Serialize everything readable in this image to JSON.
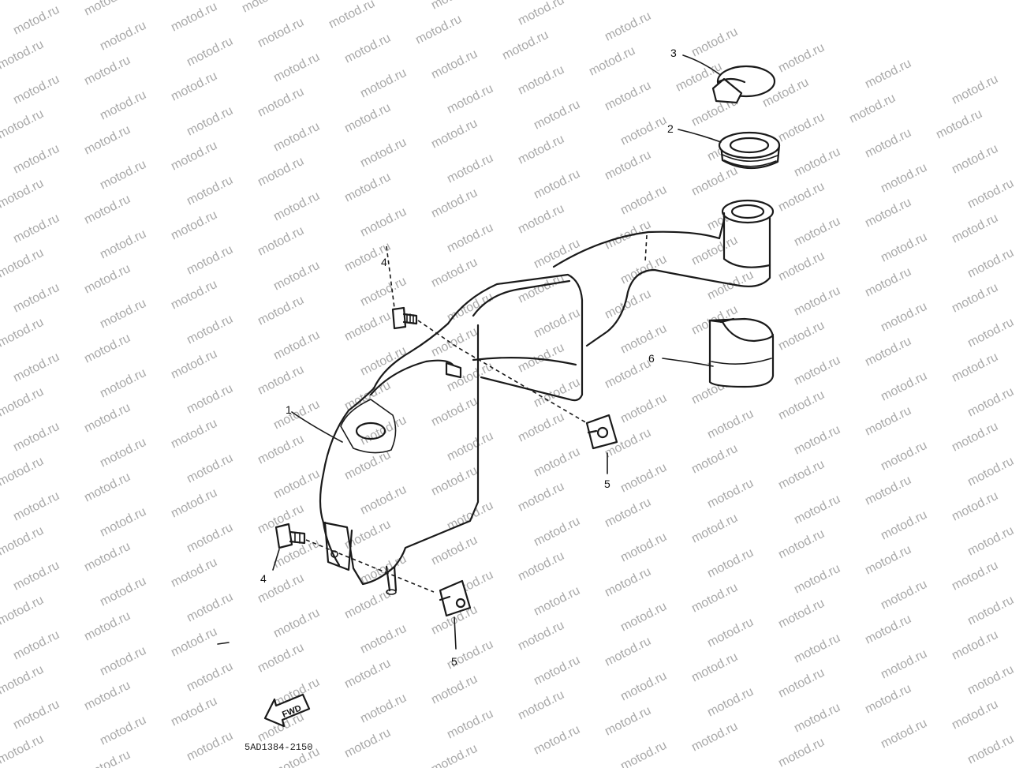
{
  "watermark": {
    "text": "motod.ru",
    "color": "#a9a9a9"
  },
  "diagram": {
    "drawing_code": "5AD1384-2150",
    "fwd_label": "FWD",
    "callouts": [
      {
        "id": "c3",
        "label": "3"
      },
      {
        "id": "c2",
        "label": "2"
      },
      {
        "id": "c6",
        "label": "6"
      },
      {
        "id": "c4a",
        "label": "4"
      },
      {
        "id": "c1",
        "label": "1"
      },
      {
        "id": "c5a",
        "label": "5"
      },
      {
        "id": "c4b",
        "label": "4"
      },
      {
        "id": "c5b",
        "label": "5"
      }
    ]
  }
}
